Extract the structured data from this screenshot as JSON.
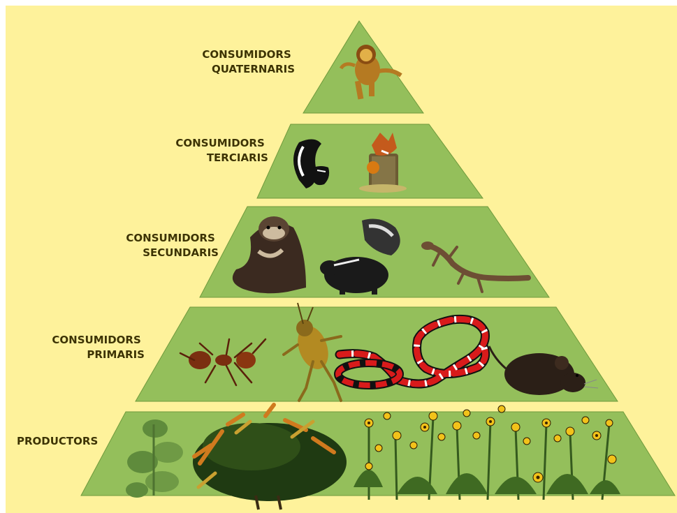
{
  "diagram": {
    "type": "trophic-pyramid",
    "colors": {
      "background": "#fef29b",
      "tier_fill": "#94bf5b",
      "tier_stroke": "#6f9a3c",
      "label_text": "#3d3300"
    },
    "levels": [
      {
        "id": "quaternaris",
        "label_lines": [
          "CONSUMIDORS",
          "QUATERNARIS"
        ],
        "organisms": [
          "lion"
        ]
      },
      {
        "id": "terciaris",
        "label_lines": [
          "CONSUMIDORS",
          "TERCIARIS"
        ],
        "organisms": [
          "skunk",
          "fox"
        ]
      },
      {
        "id": "secundaris",
        "label_lines": [
          "CONSUMIDORS",
          "SECUNDARIS"
        ],
        "organisms": [
          "ferret",
          "skunk",
          "lizard"
        ]
      },
      {
        "id": "primaris",
        "label_lines": [
          "CONSUMIDORS",
          "PRIMARIS"
        ],
        "organisms": [
          "ant",
          "grasshopper",
          "coral-snake",
          "mouse"
        ]
      },
      {
        "id": "productors",
        "label_lines": [
          "PRODUCTORS"
        ],
        "organisms": [
          "leafy-plant",
          "shrub",
          "yellow-wildflowers"
        ]
      }
    ]
  }
}
